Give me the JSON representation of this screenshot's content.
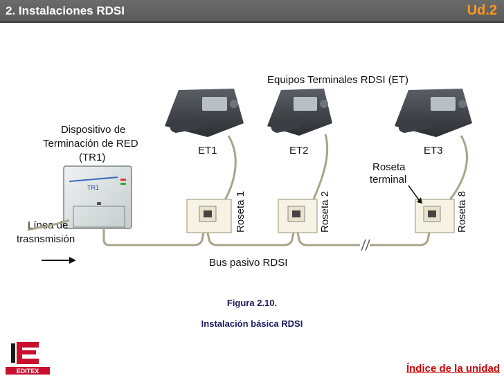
{
  "header": {
    "title": "2.  Instalaciones RDSI",
    "unit": "Ud.2"
  },
  "diagram": {
    "terminals_title": "Equipos Terminales RDSI (ET)",
    "device_label": [
      "Dispositivo de",
      "Terminación de RED",
      "(TR1)"
    ],
    "tr1_screen": "TR1",
    "terminal_labels": [
      "ET1",
      "ET2",
      "ET3"
    ],
    "socket_labels": [
      "Roseta 1",
      "Roseta 2",
      "Roseta 8"
    ],
    "terminal_socket_note": [
      "Roseta",
      "terminal"
    ],
    "line_label": [
      "Línea de",
      "trasnsmisión"
    ],
    "bus_label": "Bus pasivo RDSI"
  },
  "caption": {
    "figure": "Figura 2.10.",
    "description": "Instalación básica RDSI"
  },
  "footer": {
    "logo": "EDITEX",
    "index_link": "Índice de la unidad"
  },
  "colors": {
    "header_bg": "#5f5f5f",
    "unit_color": "#ff9a1f",
    "caption_color": "#1a1a5e",
    "link_color": "#cc0000",
    "logo_red": "#c8102e"
  }
}
